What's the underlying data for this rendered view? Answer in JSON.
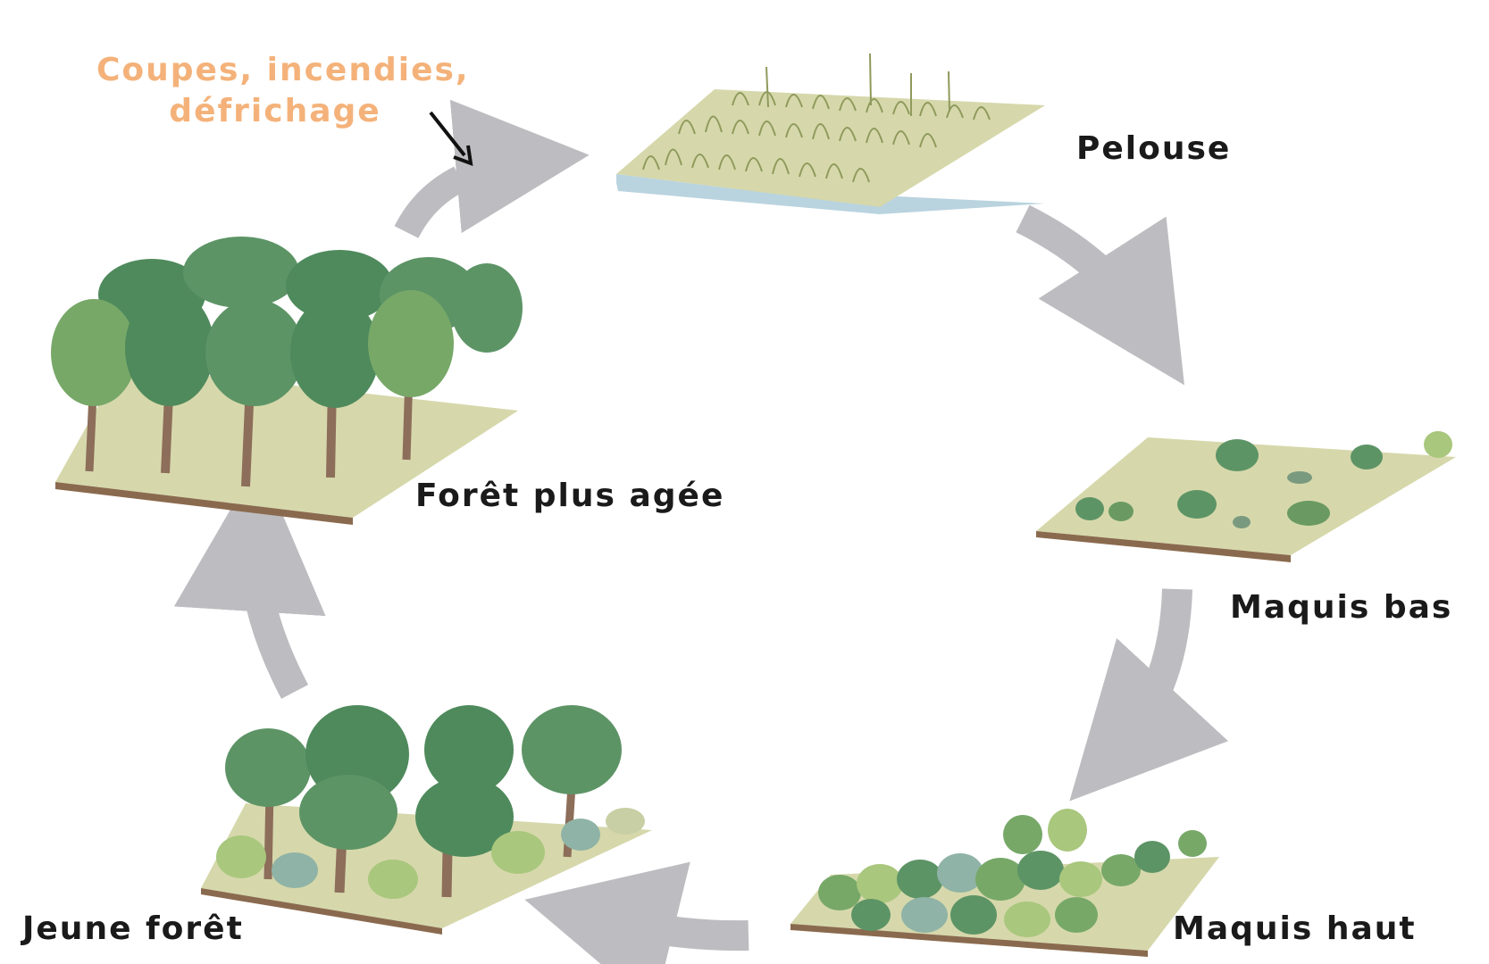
{
  "disturbance": {
    "line1": "Coupes, incendies,",
    "line2": "défrichage",
    "color": "#f4b27a"
  },
  "stages": [
    {
      "id": "pelouse",
      "label": "Pelouse"
    },
    {
      "id": "maquis-bas",
      "label": "Maquis bas"
    },
    {
      "id": "maquis-haut",
      "label": "Maquis haut"
    },
    {
      "id": "jeune-foret",
      "label": "Jeune forêt"
    },
    {
      "id": "foret-agee",
      "label": "Forêt plus agée"
    }
  ],
  "colors": {
    "arrow": "#bdbdc1",
    "ground": "#d6d8ab",
    "ground_edge": "#8a6a4e",
    "grass_edge": "#b9d3df",
    "tree_dark": "#4f8a5c",
    "tree_mid": "#77a868",
    "tree_light": "#a9c77d",
    "shrub_blue": "#8fb3a6",
    "trunk": "#8d6e5a"
  },
  "icons": [
    "grass-icon",
    "shrub-icon",
    "tree-icon",
    "cycle-arrow-icon",
    "disturbance-arrow-icon"
  ]
}
